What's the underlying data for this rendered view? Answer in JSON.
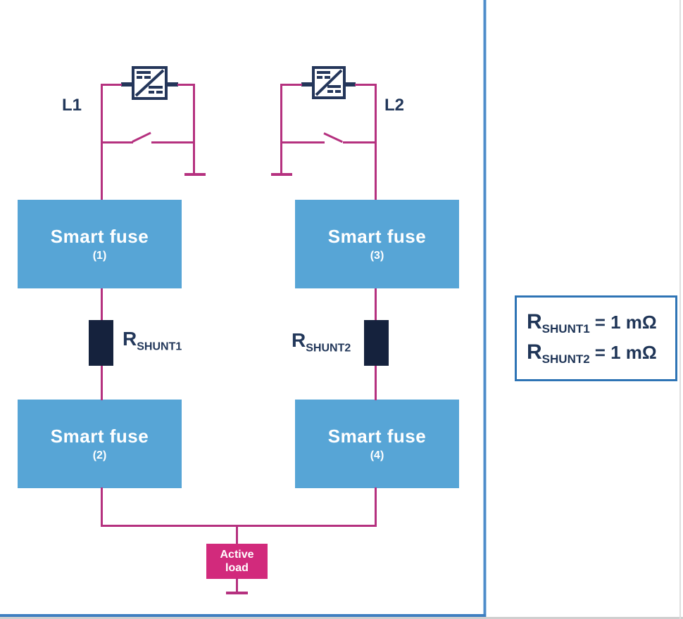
{
  "labels": {
    "l1": "L1",
    "l2": "L2"
  },
  "fuses": [
    {
      "title": "Smart fuse",
      "num": "(1)"
    },
    {
      "title": "Smart fuse",
      "num": "(2)"
    },
    {
      "title": "Smart fuse",
      "num": "(3)"
    },
    {
      "title": "Smart fuse",
      "num": "(4)"
    }
  ],
  "shunt_labels": [
    {
      "r": "R",
      "sub": "SHUNT1"
    },
    {
      "r": "R",
      "sub": "SHUNT2"
    }
  ],
  "load": {
    "line1": "Active",
    "line2": "load"
  },
  "legend": {
    "rows": [
      {
        "r": "R",
        "sub": "SHUNT1",
        "value": "= 1 mΩ"
      },
      {
        "r": "R",
        "sub": "SHUNT2",
        "value": "= 1 mΩ"
      }
    ]
  },
  "icons": {
    "converter": "dc-dc-converter-icon",
    "switch": "open-switch-icon",
    "ground": "ground-icon",
    "shunt": "shunt-resistor"
  },
  "colors": {
    "wire": "#b5317f",
    "fuse_box": "#57a5d6",
    "load_box": "#d22a7c",
    "component_navy": "#24365a",
    "shunt_fill": "#15223d",
    "legend_border": "#2e74b5",
    "divider_blue": "#4e8cc9",
    "frame_blue": "#3f7fc1"
  }
}
